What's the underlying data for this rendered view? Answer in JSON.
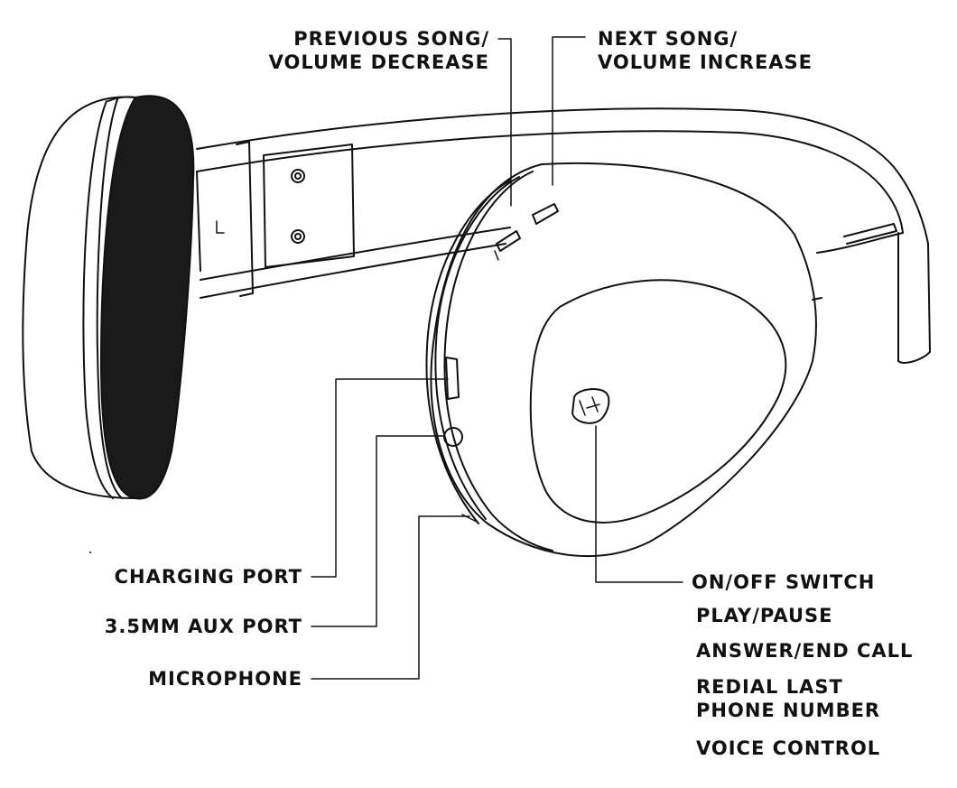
{
  "colors": {
    "ink": "#111111",
    "cushion": "#1a1a1a",
    "background": "#ffffff"
  },
  "labels": {
    "previous": {
      "line1": "PREVIOUS SONG/",
      "line2": "VOLUME DECREASE"
    },
    "next": {
      "line1": "NEXT SONG/",
      "line2": "VOLUME INCREASE"
    },
    "charging_port": "CHARGING PORT",
    "aux_port": "3.5MM AUX PORT",
    "microphone": "MICROPHONE",
    "onoff": {
      "switch": "ON/OFF SWITCH",
      "play_pause": "PLAY/PAUSE",
      "answer_end": "ANSWER/END CALL",
      "redial_1": "REDIAL LAST",
      "redial_2": "PHONE NUMBER",
      "voice": "VOICE CONTROL"
    }
  }
}
